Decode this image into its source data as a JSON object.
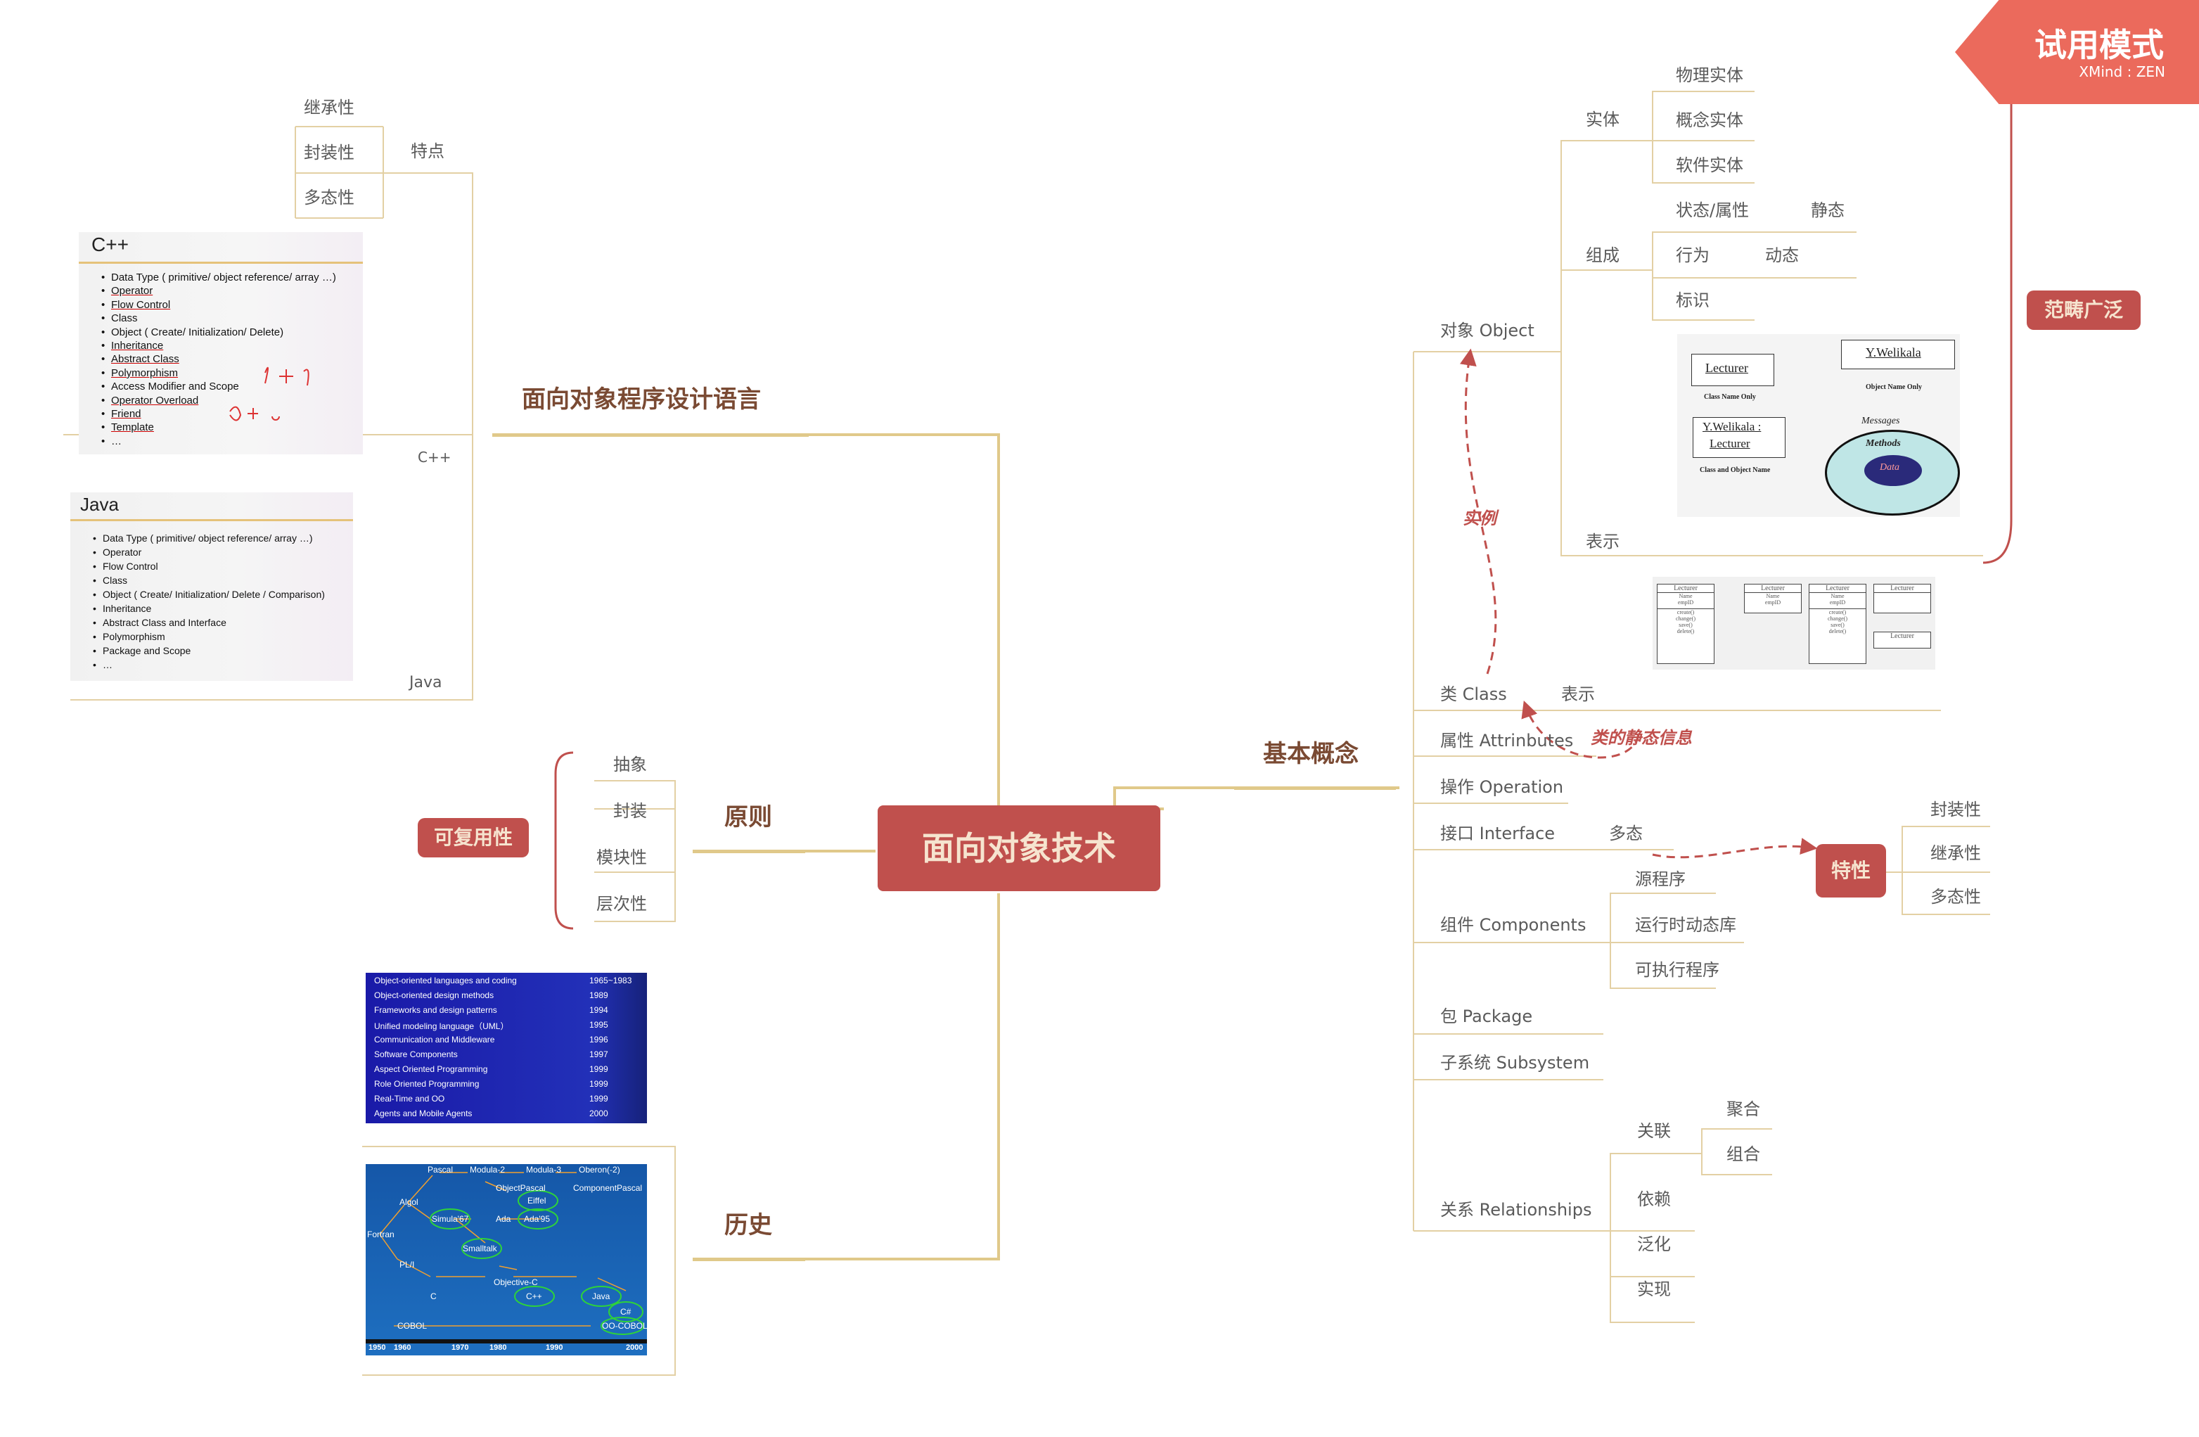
{
  "central": {
    "title": "面向对象技术"
  },
  "watermark": {
    "title": "试用模式",
    "sub": "XMind : ZEN"
  },
  "colors": {
    "accent": "#c0504d",
    "branch": "#e0c98a",
    "topic_text": "#7a4a33"
  },
  "left": {
    "lang": {
      "title": "面向对象程序设计语言",
      "features_label": "特点",
      "features": [
        "继承性",
        "封装性",
        "多态性"
      ],
      "cpp": {
        "caption": "C++",
        "slide_title": "C++",
        "items": [
          "Data Type ( primitive/ object reference/ array …)",
          "Operator",
          "Flow Control",
          "Class",
          "Object ( Create/ Initialization/ Delete)",
          "Inheritance",
          "Abstract Class",
          "Polymorphism",
          "Access Modifier and Scope",
          "Operator Overload",
          "Friend",
          "Template",
          "…"
        ]
      },
      "java": {
        "caption": "Java",
        "slide_title": "Java",
        "items": [
          "Data Type ( primitive/ object reference/ array …)",
          "Operator",
          "Flow Control",
          "Class",
          "Object ( Create/ Initialization/ Delete / Comparison)",
          "Inheritance",
          "Abstract Class and Interface",
          "Polymorphism",
          "Package and Scope",
          "…"
        ]
      }
    },
    "principle": {
      "title": "原则",
      "items": [
        "抽象",
        "封装",
        "模块性",
        "层次性"
      ],
      "tag": "可复用性"
    },
    "history": {
      "title": "历史",
      "timeline": [
        {
          "label": "Object-oriented languages and coding",
          "year": "1965~1983"
        },
        {
          "label": "Object-oriented design methods",
          "year": "1989"
        },
        {
          "label": "Frameworks and design patterns",
          "year": "1994"
        },
        {
          "label": "Unified modeling language（UML）",
          "year": "1995"
        },
        {
          "label": "Communication and Middleware",
          "year": "1996"
        },
        {
          "label": "Software Components",
          "year": "1997"
        },
        {
          "label": "Aspect Oriented Programming",
          "year": "1999"
        },
        {
          "label": "Role Oriented Programming",
          "year": "1999"
        },
        {
          "label": "Real-Time and OO",
          "year": "1999"
        },
        {
          "label": "Agents and Mobile Agents",
          "year": "2000"
        }
      ],
      "lang_tree": {
        "nodes": [
          "Pascal",
          "Modula-2",
          "Modula-3",
          "Oberon(-2)",
          "ObjectPascal",
          "ComponentPascal",
          "Eiffel",
          "Algol",
          "Simula'67",
          "Ada",
          "Ada'95",
          "Fortran",
          "Smalltalk",
          "PL/I",
          "Objective-C",
          "C",
          "C++",
          "Java",
          "C#",
          "COBOL",
          "OO-COBOL"
        ],
        "years": [
          "1950",
          "1960",
          "1970",
          "1980",
          "1990",
          "2000"
        ]
      }
    }
  },
  "right": {
    "basic": {
      "title": "基本概念"
    },
    "object": {
      "label": "对象 Object",
      "entity": {
        "label": "实体",
        "items": [
          "物理实体",
          "概念实体",
          "软件实体"
        ]
      },
      "composition": {
        "label": "组成",
        "state": "状态/属性",
        "state_note": "静态",
        "behavior": "行为",
        "behavior_note": "动态",
        "identity": "标识"
      },
      "repr": "表示",
      "uml": {
        "box1": "Lecturer",
        "cap1": "Class Name Only",
        "box2": "Y.Welikala",
        "cap2": "Object Name Only",
        "box3a": "Y.Welikala :",
        "box3b": "Lecturer",
        "cap3": "Class and Object Name",
        "messages": "Messages",
        "methods": "Methods",
        "data": "Data"
      },
      "tag": "范畴广泛"
    },
    "class_uml": {
      "headers": [
        "Lecturer",
        "Lecturer",
        "Lecturer",
        "Lecturer",
        "Lecturer"
      ],
      "attrs": [
        "Name",
        "empID"
      ],
      "ops": [
        "create()",
        "change()",
        "save()",
        "delete()"
      ]
    },
    "cls": {
      "label": "类 Class",
      "repr": "表示"
    },
    "attr": {
      "label": "属性 Attrinbutes"
    },
    "op": {
      "label": "操作 Operation"
    },
    "iface": {
      "label": "接口 Interface",
      "poly": "多态"
    },
    "comp": {
      "label": "组件 Components",
      "items": [
        "源程序",
        "运行时动态库",
        "可执行程序"
      ]
    },
    "pkg": {
      "label": "包 Package"
    },
    "sub": {
      "label": "子系统 Subsystem"
    },
    "rel": {
      "label": "关系 Relationships",
      "assoc": "关联",
      "assoc_items": [
        "聚合",
        "组合"
      ],
      "items": [
        "依赖",
        "泛化",
        "实现"
      ]
    },
    "traits": {
      "tag": "特性",
      "items": [
        "封装性",
        "继承性",
        "多态性"
      ]
    },
    "instance_label": "实例",
    "static_label": "类的静态信息"
  }
}
